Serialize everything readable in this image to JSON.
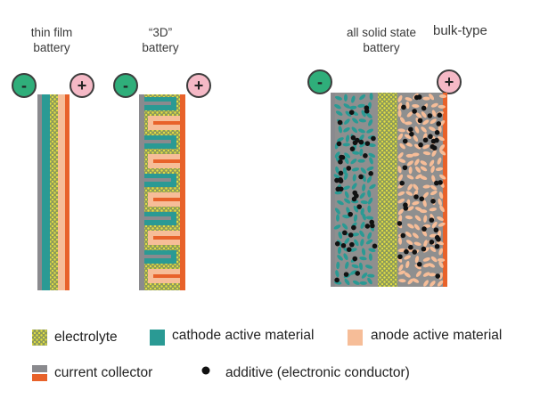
{
  "batteries": [
    {
      "id": "thin-film",
      "title_lines": [
        "thin film",
        "battery"
      ]
    },
    {
      "id": "3d",
      "title_lines": [
        "“3D”",
        "battery"
      ]
    },
    {
      "id": "bulk",
      "title_lines": [
        "all solid state",
        "battery"
      ],
      "extra_label": "bulk-type"
    }
  ],
  "terminals": {
    "negative": "-",
    "positive": "+"
  },
  "colors": {
    "collector_neg": "#8a8a8e",
    "collector_pos": "#e8622a",
    "cathode": "#2a9a94",
    "anode": "#f6bd98",
    "electrolyte_bg": "#8c9a5a",
    "electrolyte_dot": "#e6e040",
    "additive": "#111111",
    "terminal_neg": "#2fae7a",
    "terminal_pos": "#f5b9c6"
  },
  "legend": {
    "electrolyte": "electrolyte",
    "cathode": "cathode active material",
    "anode": "anode active material",
    "collector": "current collector",
    "additive": "additive (electronic conductor)"
  }
}
